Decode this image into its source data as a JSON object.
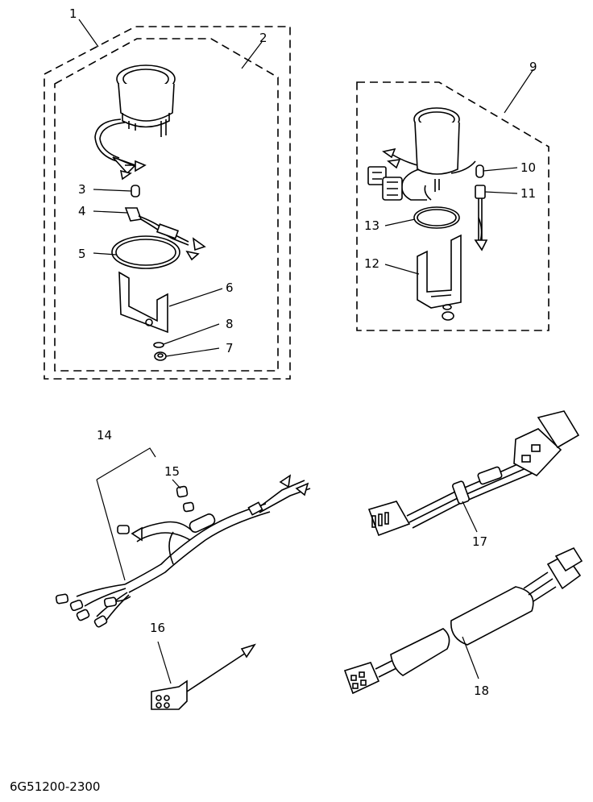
{
  "labels": {
    "l1": "1",
    "l2": "2",
    "l3": "3",
    "l4": "4",
    "l5": "5",
    "l6": "6",
    "l7": "7",
    "l8": "8",
    "l9": "9",
    "l10": "10",
    "l11": "11",
    "l12": "12",
    "l13": "13",
    "l14": "14",
    "l15": "15",
    "l16": "16",
    "l17": "17",
    "l18": "18"
  },
  "part_code": "6G51200-2300"
}
